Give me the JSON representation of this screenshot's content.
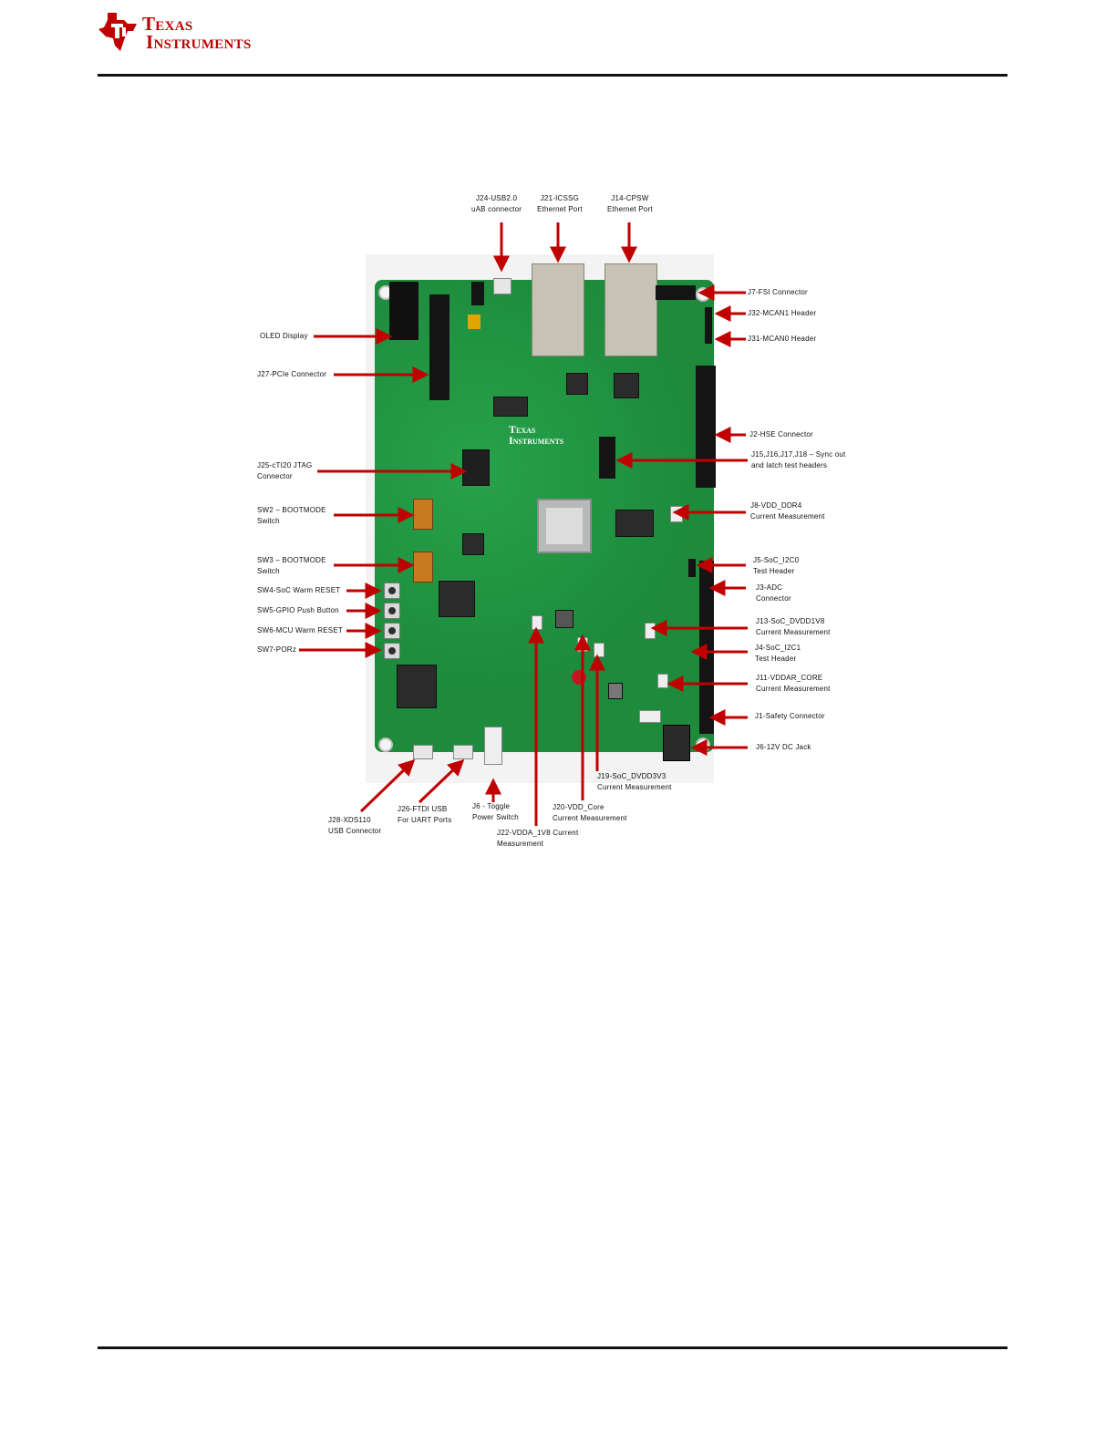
{
  "header": {
    "logo_line1": "Texas",
    "logo_line2": "Instruments",
    "brand_color": "#c00000"
  },
  "figure": {
    "board_silkscreen_logo_line1": "Texas",
    "board_silkscreen_logo_line2": "Instruments",
    "arrow_color": "#c00000",
    "pcb_color": "#1d8a3c",
    "labels": [
      {
        "id": "j24",
        "lines": [
          "J24-USB2.0",
          "uAB connector"
        ]
      },
      {
        "id": "j21",
        "lines": [
          "J21-ICSSG",
          "Ethernet Port"
        ]
      },
      {
        "id": "j14",
        "lines": [
          "J14-CPSW",
          "Ethernet Port"
        ]
      },
      {
        "id": "j7",
        "lines": [
          "J7-FSI Connector"
        ]
      },
      {
        "id": "j32",
        "lines": [
          "J32-MCAN1 Header"
        ]
      },
      {
        "id": "j31",
        "lines": [
          "J31-MCAN0 Header"
        ]
      },
      {
        "id": "oled",
        "lines": [
          "OLED Display"
        ]
      },
      {
        "id": "j27",
        "lines": [
          "J27-PCIe Connector"
        ]
      },
      {
        "id": "j2",
        "lines": [
          "J2-HSE Connector"
        ]
      },
      {
        "id": "j15",
        "lines": [
          "J15,J16,J17,J18 – Sync out",
          "and latch test headers"
        ]
      },
      {
        "id": "j25",
        "lines": [
          "J25-cTI20 JTAG",
          "Connector"
        ]
      },
      {
        "id": "sw2",
        "lines": [
          "SW2 – BOOTMODE",
          "Switch"
        ]
      },
      {
        "id": "j8",
        "lines": [
          "J8-VDD_DDR4",
          "Current Measurement"
        ]
      },
      {
        "id": "sw3",
        "lines": [
          "SW3 – BOOTMODE",
          "Switch"
        ]
      },
      {
        "id": "j5",
        "lines": [
          "J5-SoC_I2C0",
          "Test Header"
        ]
      },
      {
        "id": "sw4",
        "lines": [
          "SW4-SoC Warm RESET"
        ]
      },
      {
        "id": "j3",
        "lines": [
          "J3-ADC",
          "Connector"
        ]
      },
      {
        "id": "sw5",
        "lines": [
          "SW5-GPIO Push Button"
        ]
      },
      {
        "id": "sw6",
        "lines": [
          "SW6-MCU Warm RESET"
        ]
      },
      {
        "id": "j13",
        "lines": [
          "J13-SoC_DVDD1V8",
          "Current Measurement"
        ]
      },
      {
        "id": "sw7",
        "lines": [
          "SW7-PORz"
        ]
      },
      {
        "id": "j4",
        "lines": [
          "J4-SoC_I2C1",
          "Test Header"
        ]
      },
      {
        "id": "j11",
        "lines": [
          "J11-VDDAR_CORE",
          "Current Measurement"
        ]
      },
      {
        "id": "j1",
        "lines": [
          "J1-Safety Connector"
        ]
      },
      {
        "id": "j6",
        "lines": [
          "J6-12V DC Jack"
        ]
      },
      {
        "id": "j19",
        "lines": [
          "J19-SoC_DVDD3V3",
          "Current Measurement"
        ]
      },
      {
        "id": "j28",
        "lines": [
          "J28-XDS110",
          "USB Connector"
        ]
      },
      {
        "id": "j26",
        "lines": [
          "J26-FTDI USB",
          "For UART Ports"
        ]
      },
      {
        "id": "j6t",
        "lines": [
          "J6 - Toggle",
          "Power Switch"
        ]
      },
      {
        "id": "j20",
        "lines": [
          "J20-VDD_Core",
          "Current Measurement"
        ]
      },
      {
        "id": "j22",
        "lines": [
          "J22-VDDA_1V8 Current",
          "Measurement"
        ]
      }
    ]
  }
}
